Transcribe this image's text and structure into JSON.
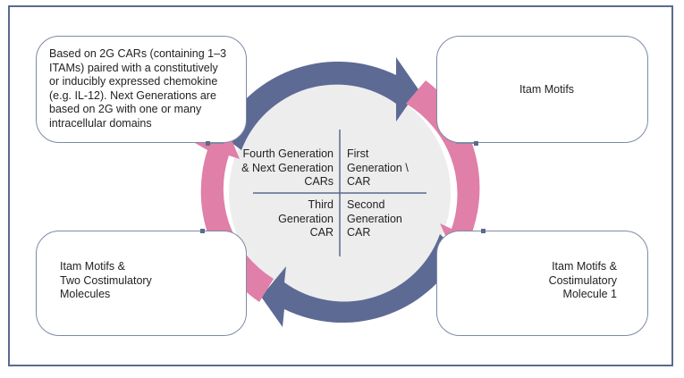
{
  "boxes": {
    "top_left": "Based on 2G CARs (containing 1–3\nITAMs) paired with a constitutively\nor inducibly expressed chemokine\n(e.g. IL-12). Next Generations are\nbased on 2G with one or many\nintracellular domains",
    "top_right": "Itam  Motifs",
    "bottom_left": "Itam  Motifs &\nTwo Costimulatory\nMolecules",
    "bottom_right": "Itam  Motifs &\nCostimulatory\nMolecule 1"
  },
  "quadrants": {
    "top_left": "Fourth Generation\n& Next Generation\nCARs",
    "top_right": "First\nGeneration \\\nCAR",
    "bottom_left": "Third\nGeneration\nCAR",
    "bottom_right": "Second\nGeneration\nCAR"
  },
  "colors": {
    "frame": "#5a6b8c",
    "arrow_blue": "#5d6a94",
    "arrow_pink": "#e07fa8",
    "center_fill": "#ededee",
    "divider": "#5a6b8c"
  }
}
